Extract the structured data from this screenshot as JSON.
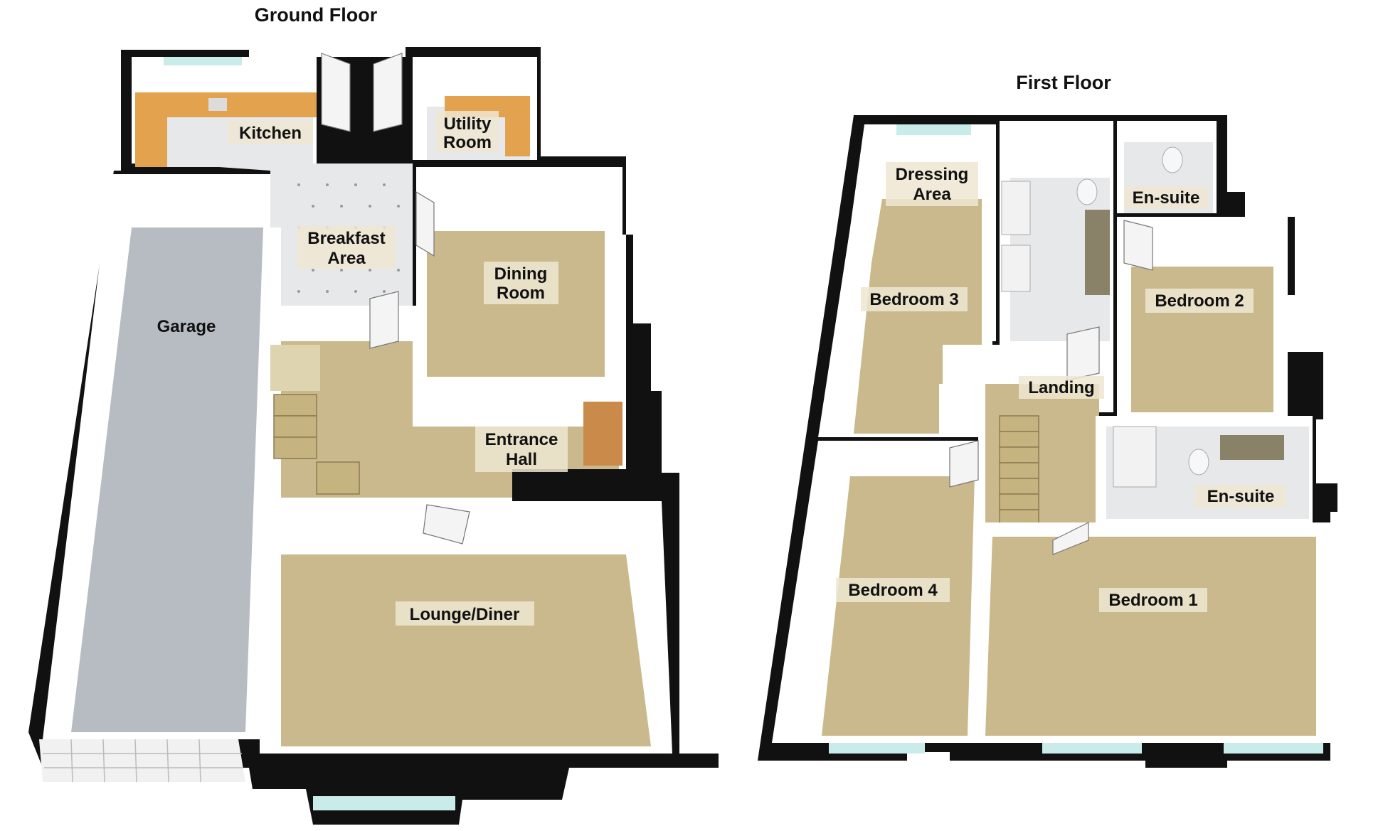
{
  "floors": {
    "ground": {
      "title": "Ground Floor",
      "rooms": {
        "kitchen": "Kitchen",
        "utility": [
          "Utility",
          "Room"
        ],
        "breakfast": [
          "Breakfast",
          "Area"
        ],
        "dining": [
          "Dining",
          "Room"
        ],
        "garage": "Garage",
        "entrance": [
          "Entrance",
          "Hall"
        ],
        "lounge": "Lounge/Diner"
      }
    },
    "first": {
      "title": "First Floor",
      "rooms": {
        "dressing": [
          "Dressing",
          "Area"
        ],
        "ensuite_top": "En-suite",
        "bedroom3": "Bedroom 3",
        "bedroom2": "Bedroom 2",
        "landing": "Landing",
        "ensuite_mid": "En-suite",
        "bedroom4": "Bedroom 4",
        "bedroom1": "Bedroom 1"
      }
    }
  },
  "colors": {
    "wall": "#111111",
    "carpet": "#c9b98c",
    "tile": "#e6e8ea",
    "garage_floor": "#b7bcc3",
    "worktop": "#e3a24e",
    "window": "#c9ecea"
  }
}
